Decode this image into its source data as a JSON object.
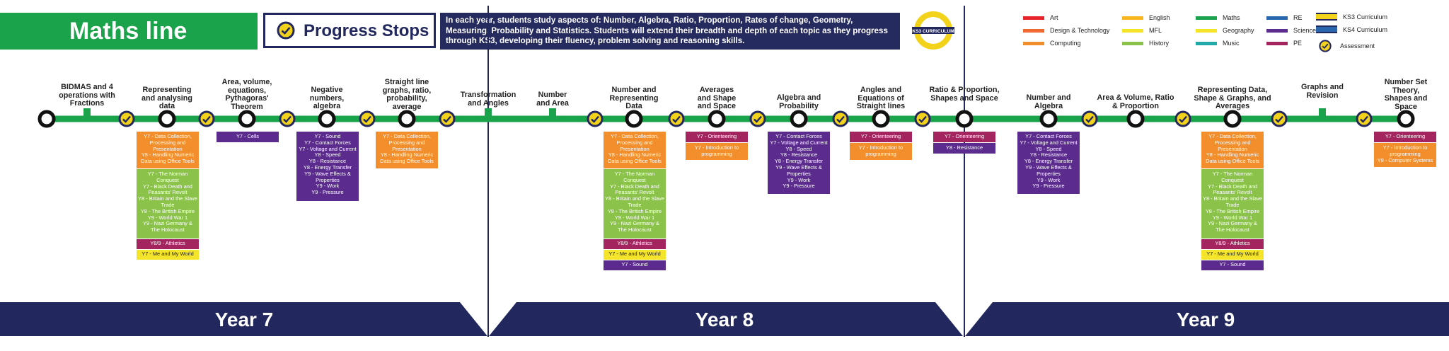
{
  "header": {
    "title": "Maths line",
    "progress_stops": "Progress Stops",
    "description": "In each year, students study aspects of: Number, Algebra, Ratio, Proportion, Rates of change, Geometry, Measuring, Probability and Statistics. Students will extend their breadth and depth of each topic as they progress through KS3, developing their fluency, problem solving and reasoning skills.",
    "ks3_badge": "KS3 CURRICULUM"
  },
  "colors": {
    "maths_line": "#1aa34a",
    "navy": "#22285e",
    "assessment": "#f3d21b",
    "Art": "#e5252a",
    "Design & Technology": "#ef6a32",
    "Computing": "#f28e2b",
    "English": "#f6b61c",
    "MFL": "#f4e52a",
    "Geography": "#f4e52a",
    "History": "#8bc34a",
    "Maths": "#1aa34a",
    "Music": "#21a8a8",
    "RE": "#2a66ae",
    "Science": "#5b2c8e",
    "PE": "#a3245e"
  },
  "legend": [
    {
      "label": "Art",
      "color": "#e5252a"
    },
    {
      "label": "Design & Technology",
      "color": "#ef6a32"
    },
    {
      "label": "Computing",
      "color": "#f28e2b"
    },
    {
      "label": "English",
      "color": "#f6b61c"
    },
    {
      "label": "MFL",
      "color": "#f4e52a"
    },
    {
      "label": "Geography",
      "color": "#f4e52a"
    },
    {
      "label": "History",
      "color": "#8bc34a"
    },
    {
      "label": "Maths",
      "color": "#1aa34a"
    },
    {
      "label": "Music",
      "color": "#21a8a8"
    },
    {
      "label": "RE",
      "color": "#2a66ae"
    },
    {
      "label": "Science",
      "color": "#5b2c8e"
    },
    {
      "label": "PE",
      "color": "#a3245e"
    },
    {
      "label": "KS3 Curriculum",
      "color": "#f3d21b"
    },
    {
      "label": "KS4 Curriculum",
      "color": "#2a66ae"
    },
    {
      "label": "Assessment",
      "color": "#f3d21b"
    }
  ],
  "topics": [
    "BIDMAS and 4 operations with Fractions",
    "Representing and analysing data",
    "Area, volume, equations, Pythagoras' Theorem",
    "Negative numbers, algebra",
    "Straight line graphs, ratio, probability, average",
    "Transformation and Angles",
    "Number and Area",
    "Number and Representing Data",
    "Averages and Shape and Space",
    "Algebra and Probability",
    "Angles and Equations of Straight lines",
    "Ratio & Proportion, Shapes and Space",
    "Number and Algebra",
    "Area & Volume, Ratio & Proportion",
    "Representing Data, Shape & Graphs, and Averages",
    "Graphs and Revision",
    "Number Set Theory, Shapes and Space"
  ],
  "boxes": {
    "computing_data": "Y7 - Data Collection, Processing and Presentation\nY8 - Handling Numeric Data using Office Tools",
    "history_list": "Y7 - The Norman Conquest\nY7 - Black Death and Peasants' Revolt\nY8 - Britain and the Slave Trade\nY8 - The British Empire\nY9 - World War 1\nY9 - Nazi Germany & The Holocaust",
    "pe_athletics": "Y8/9 - Athletics",
    "geo_me_world": "Y7 - Me and My World",
    "science_sound": "Y7 - Sound",
    "science_cells": "Y7 - Cells",
    "science_list_a": "Y7 - Sound\nY7 - Contact Forces\nY7 - Voltage and Current\nY8 - Speed\nY8 - Resistance\nY8 - Energy Transfer\nY9 - Wave Effects & Properties\nY9 - Work\nY9 - Pressure",
    "pe_orienteering": "Y7 - Orienteering",
    "computing_programming": "Y7 - Introduction to programming",
    "science_list_b": "Y7 - Contact Forces\nY7 - Voltage and Current\nY8 - Speed\nY8 - Resistance\nY8 - Energy Transfer\nY9 - Wave Effects & Properties\nY9 - Work\nY9 - Pressure",
    "science_resistance": "Y8 - Resistance",
    "computing_programming_systems": "Y7 - Introduction to programming\nY8 - Computer Systems"
  },
  "years": [
    "Year 7",
    "Year 8",
    "Year 9"
  ]
}
